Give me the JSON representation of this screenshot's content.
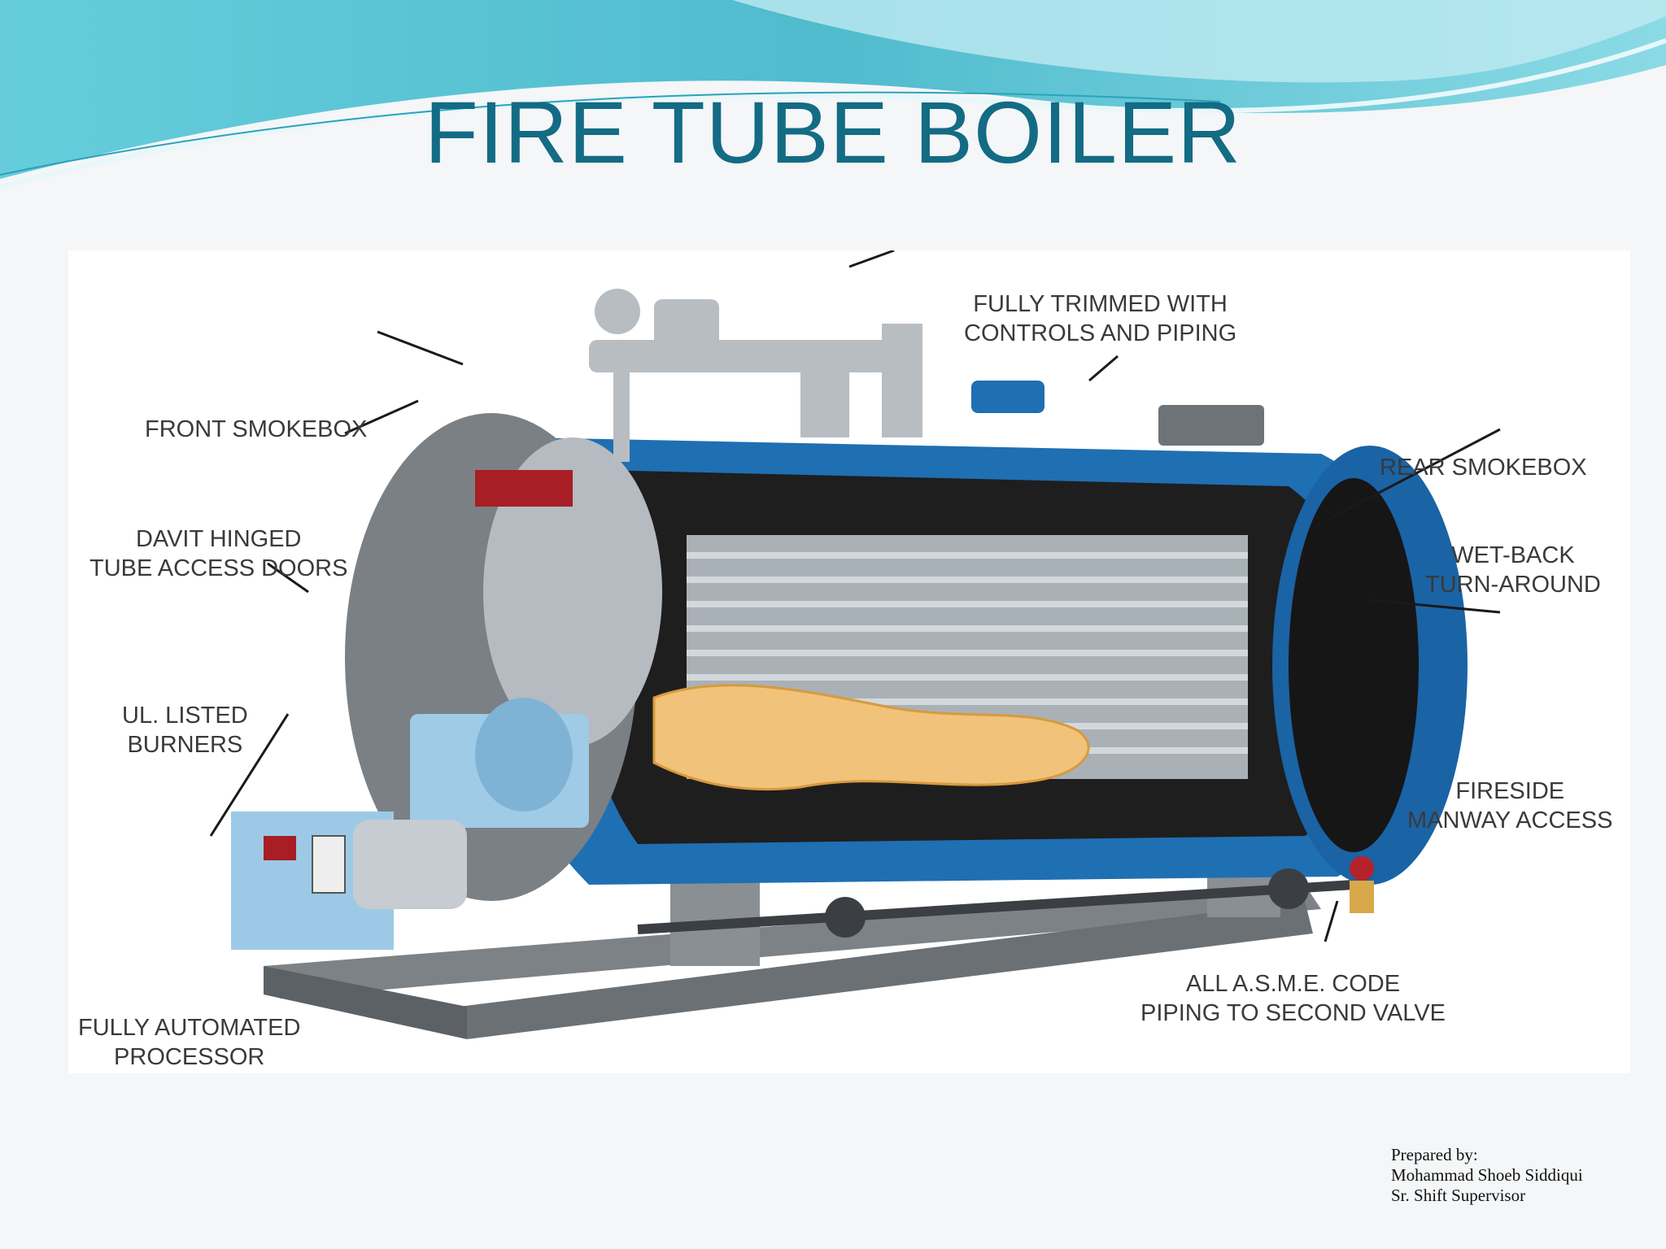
{
  "title": "FIRE TUBE BOILER",
  "colors": {
    "title": "#136b84",
    "shell_blue": "#1f6fb3",
    "shell_gray": "#8d9296",
    "flame": "#f1c27a",
    "wave": "#5fc6d6"
  },
  "labels": {
    "front_smokebox": "FRONT SMOKEBOX",
    "davit_line1": "DAVIT HINGED",
    "davit_line2": "TUBE ACCESS DOORS",
    "burners_line1": "UL. LISTED",
    "burners_line2": "BURNERS",
    "processor_line1": "FULLY AUTOMATED",
    "processor_line2": "PROCESSOR",
    "trimmed_line1": "FULLY TRIMMED WITH",
    "trimmed_line2": "CONTROLS AND PIPING",
    "rear_smokebox": "REAR SMOKEBOX",
    "wetback_line1": "WET-BACK",
    "wetback_line2": "TURN-AROUND",
    "manway_line1": "FIRESIDE",
    "manway_line2": "MANWAY ACCESS",
    "asme_line1": "ALL A.S.M.E. CODE",
    "asme_line2": "PIPING TO SECOND VALVE"
  },
  "credits": {
    "line1": "Prepared by:",
    "line2": "Mohammad Shoeb Siddiqui",
    "line3": "Sr. Shift Supervisor"
  }
}
